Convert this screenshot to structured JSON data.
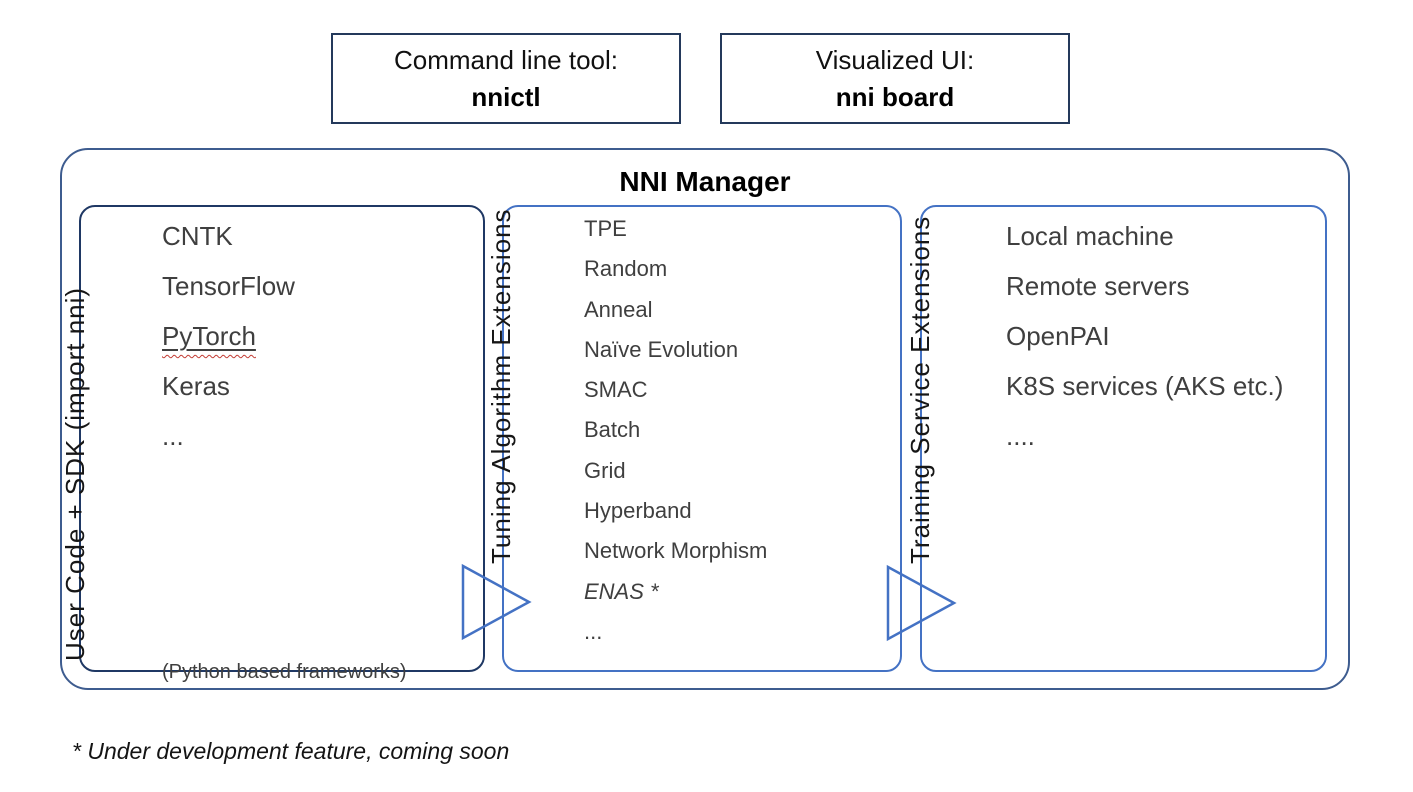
{
  "top_boxes": [
    {
      "label": "Command line tool:",
      "name": "nnictl"
    },
    {
      "label": "Visualized UI:",
      "name": "nni board"
    }
  ],
  "manager": {
    "title": "NNI Manager",
    "columns": [
      {
        "side_label": "User Code + SDK (import nni)",
        "items": [
          "CNTK",
          "TensorFlow",
          "PyTorch",
          "Keras",
          "..."
        ],
        "note": "(Python based frameworks)"
      },
      {
        "side_label": "Tuning Algorithm Extensions",
        "items": [
          "TPE",
          "Random",
          "Anneal",
          "Naïve Evolution",
          "SMAC",
          "Batch",
          "Grid",
          "Hyperband",
          "Network Morphism",
          "ENAS *",
          "..."
        ]
      },
      {
        "side_label": "Training Service Extensions",
        "items": [
          "Local machine",
          "Remote servers",
          "OpenPAI",
          "K8S services (AKS etc.)",
          "...."
        ]
      }
    ]
  },
  "footnote": "* Under development feature, coming soon",
  "colors": {
    "outer_border": "#3E5C8F",
    "user_code_border": "#1F3864",
    "extension_border": "#4472C4",
    "top_box_border": "#24395B",
    "arrow_stroke": "#4472C4",
    "spellcheck_red": "#C23B33",
    "item_text": "#3F3F3F"
  }
}
